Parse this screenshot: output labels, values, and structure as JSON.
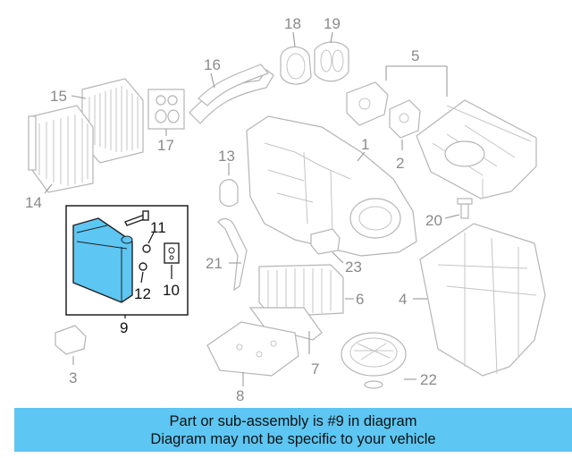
{
  "diagram": {
    "highlight_color": "#5dc6f2",
    "highlighted_part": "9",
    "callouts": {
      "c1": "1",
      "c2": "2",
      "c3": "3",
      "c4": "4",
      "c5": "5",
      "c6": "6",
      "c7": "7",
      "c8": "8",
      "c9": "9",
      "c10": "10",
      "c11": "11",
      "c12": "12",
      "c13": "13",
      "c14": "14",
      "c15": "15",
      "c16": "16",
      "c17": "17",
      "c18": "18",
      "c19": "19",
      "c20": "20",
      "c21": "21",
      "c22": "22",
      "c23": "23"
    }
  },
  "banner": {
    "line1": "Part or sub-assembly is #9 in diagram",
    "line2": "Diagram may not be specific to your vehicle"
  }
}
